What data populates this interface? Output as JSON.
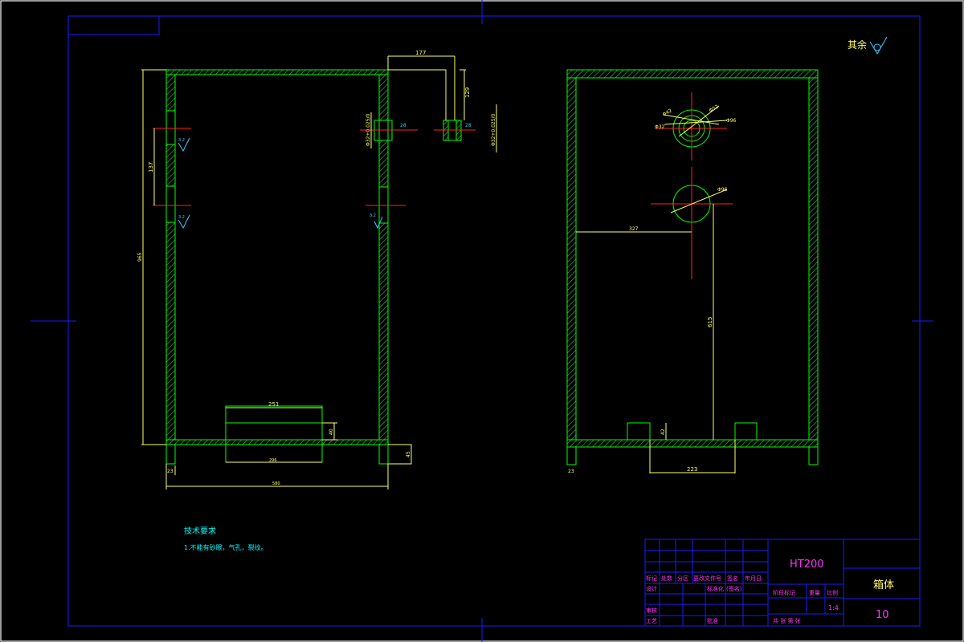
{
  "colors": {
    "background": "#000000",
    "frame": "#1a1aff",
    "outline": "#00ff00",
    "hatch": "#2cc84a",
    "dimension": "#ffff66",
    "center_line": "#ff2020",
    "roughness": "#33ccff",
    "title_text": "#ff33ff",
    "white_text": "#ffffff"
  },
  "roughness_note": {
    "label": "其余",
    "icon": "surface-roughness-icon"
  },
  "dimensions": {
    "d177": "177",
    "d129": "129",
    "d137": "137",
    "d_phi32_left": "Φ32+0.025/0",
    "d_phi32_right": "Φ32+0.025/0",
    "d28_a": "28",
    "d28_b": "28",
    "ra_a": "3.2",
    "ra_b": "3.2",
    "ra_c": "3.2",
    "d_total_h": "965",
    "d251": "251",
    "d40": "40",
    "d296": "296",
    "d580": "580",
    "d45": "45",
    "d23_left": "23",
    "d23_right": "23",
    "d_phi42": "Φ42",
    "d_phi32_circle": "Φ32",
    "d_phi52": "Φ52",
    "d_phi96_upper": "Φ96",
    "d_phi96_lower": "Φ96",
    "d327": "327",
    "d615": "615",
    "d42": "42",
    "d223": "223"
  },
  "tech_requirements": {
    "heading": "技术要求",
    "item1": "1.不能有砂眼，气孔，裂纹。"
  },
  "title_block": {
    "material": "HT200",
    "part_name": "箱体",
    "quantity": "10",
    "scale": "1:4",
    "labels": {
      "mark": "标记",
      "count": "处数",
      "zone": "分区",
      "change_doc": "更改文件号",
      "signature": "签名",
      "date": "年月日",
      "design": "设计",
      "standardize": "标准化",
      "sign2": "(签名)",
      "stage_mark": "阶段标记",
      "weight": "重量",
      "ratio": "比例",
      "review": "审核",
      "process": "工艺",
      "approve": "批准",
      "sheets": "共 张 第 张"
    }
  }
}
